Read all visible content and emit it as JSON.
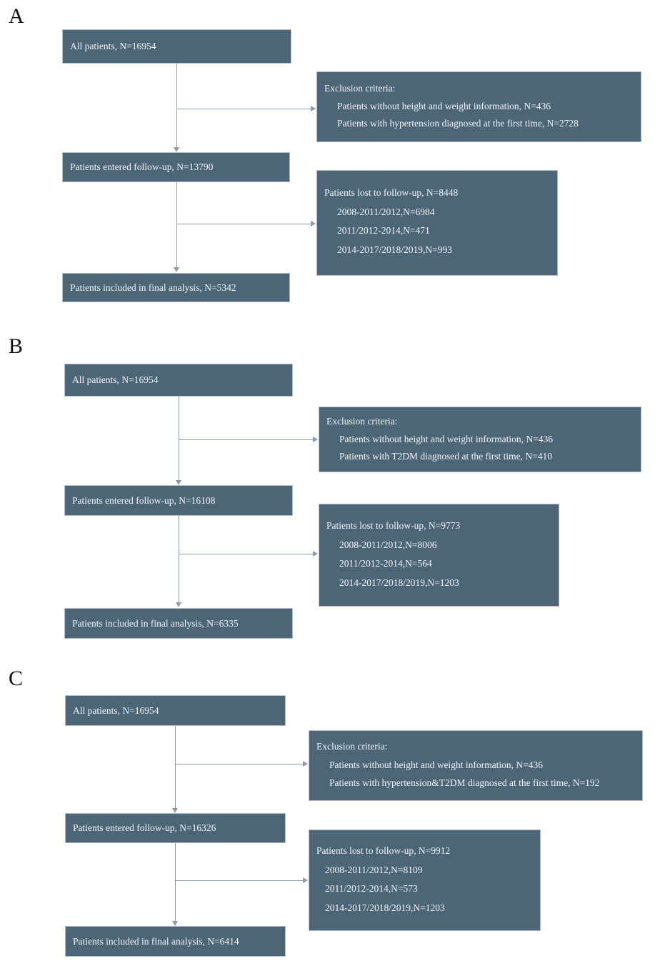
{
  "figure": {
    "type": "flowchart",
    "panels": [
      {
        "letter": "A",
        "nodes": {
          "all_patients": "All patients, N=16954",
          "entered_followup": "Patients entered follow-up, N=13790",
          "final_analysis": "Patients included in final analysis, N=5342"
        },
        "exclusion": {
          "title": "Exclusion criteria:",
          "items": [
            "Patients without height and weight information, N=436",
            "Patients with hypertension diagnosed at the first time, N=2728"
          ]
        },
        "lost": {
          "title": "Patients lost to follow-up, N=8448",
          "items": [
            "2008-2011/2012,N=6984",
            "2011/2012-2014,N=471",
            "2014-2017/2018/2019,N=993"
          ]
        }
      },
      {
        "letter": "B",
        "nodes": {
          "all_patients": "All patients, N=16954",
          "entered_followup": "Patients entered follow-up, N=16108",
          "final_analysis": "Patients included in final analysis, N=6335"
        },
        "exclusion": {
          "title": "Exclusion criteria:",
          "items": [
            "Patients without height and weight information, N=436",
            "Patients with T2DM diagnosed at the first time, N=410"
          ]
        },
        "lost": {
          "title": "Patients lost to follow-up, N=9773",
          "items": [
            "2008-2011/2012,N=8006",
            "2011/2012-2014,N=564",
            "2014-2017/2018/2019,N=1203"
          ]
        }
      },
      {
        "letter": "C",
        "nodes": {
          "all_patients": "All patients, N=16954",
          "entered_followup": "Patients entered follow-up, N=16326",
          "final_analysis": "Patients included in final analysis, N=6414"
        },
        "exclusion": {
          "title": "Exclusion criteria:",
          "items": [
            "Patients without height and weight information, N=436",
            "Patients with hypertension&T2DM diagnosed at the first time, N=192"
          ]
        },
        "lost": {
          "title": "Patients lost to follow-up, N=9912",
          "items": [
            "2008-2011/2012,N=8109",
            "2011/2012-2014,N=573",
            "2014-2017/2018/2019,N=1203"
          ]
        }
      }
    ],
    "colors": {
      "box_fill": "#4c6677",
      "box_border": "#b3bbcc",
      "box_text": "#f2f4f7",
      "connector": "#8c9bad",
      "background": "#ffffff",
      "letter_text": "#111111"
    }
  }
}
